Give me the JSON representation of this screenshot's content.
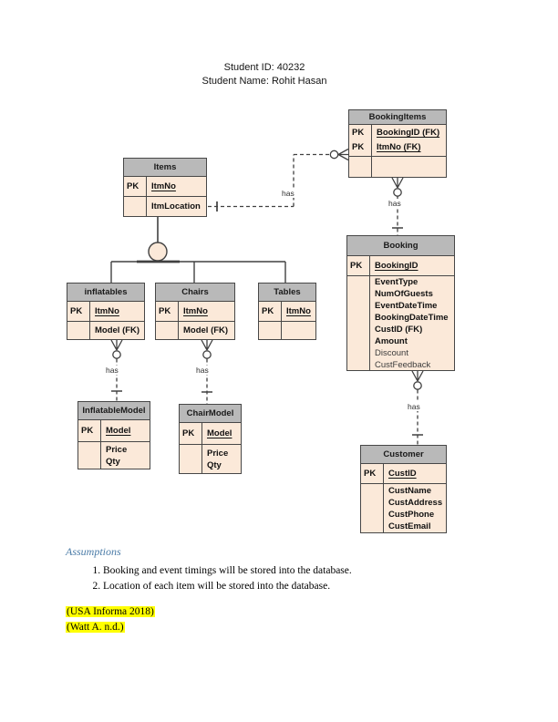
{
  "page": {
    "student_id_line": "Student ID: 40232",
    "student_name_line": "Student Name: Rohit Hasan"
  },
  "colors": {
    "entity_header_bg": "#b9b9b9",
    "entity_body_bg": "#fbe9d9",
    "entity_border": "#474747",
    "assumptions_heading_blue": "#4a7ba7",
    "citation_highlight": "#ffff00"
  },
  "entities": [
    {
      "id": "bookingitems",
      "title": "BookingItems",
      "pk_rows": [
        {
          "key": "PK",
          "name": "BookingID (FK)"
        },
        {
          "key": "PK",
          "name": "ItmNo (FK)"
        }
      ],
      "attrs": []
    },
    {
      "id": "items",
      "title": "Items",
      "pk_rows": [
        {
          "key": "PK",
          "name": "ItmNo"
        }
      ],
      "attrs": [
        {
          "name": "ItmLocation"
        }
      ]
    },
    {
      "id": "booking",
      "title": "Booking",
      "pk_rows": [
        {
          "key": "PK",
          "name": "BookingID"
        }
      ],
      "attrs": [
        {
          "name": "EventType"
        },
        {
          "name": "NumOfGuests"
        },
        {
          "name": "EventDateTime"
        },
        {
          "name": "BookingDateTime"
        },
        {
          "name": "CustID (FK)"
        },
        {
          "name": "Amount"
        },
        {
          "name": "Discount",
          "muted": true
        },
        {
          "name": "CustFeedback",
          "muted": true
        }
      ]
    },
    {
      "id": "inflatables",
      "title": "inflatables",
      "pk_rows": [
        {
          "key": "PK",
          "name": "ItmNo"
        }
      ],
      "attrs": [
        {
          "name": "Model (FK)"
        }
      ]
    },
    {
      "id": "chairs",
      "title": "Chairs",
      "pk_rows": [
        {
          "key": "PK",
          "name": "ItmNo"
        }
      ],
      "attrs": [
        {
          "name": "Model (FK)"
        }
      ]
    },
    {
      "id": "tables",
      "title": "Tables",
      "pk_rows": [
        {
          "key": "PK",
          "name": "ItmNo"
        }
      ],
      "attrs": []
    },
    {
      "id": "inflatablemodel",
      "title": "InflatableModel",
      "pk_rows": [
        {
          "key": "PK",
          "name": "Model"
        }
      ],
      "attrs": [
        {
          "name": "Price"
        },
        {
          "name": "Qty"
        }
      ]
    },
    {
      "id": "chairmodel",
      "title": "ChairModel",
      "pk_rows": [
        {
          "key": "PK",
          "name": "Model"
        }
      ],
      "attrs": [
        {
          "name": "Price"
        },
        {
          "name": "Qty"
        }
      ]
    },
    {
      "id": "customer",
      "title": "Customer",
      "pk_rows": [
        {
          "key": "PK",
          "name": "CustID"
        }
      ],
      "attrs": [
        {
          "name": "CustName"
        },
        {
          "name": "CustAddress"
        },
        {
          "name": "CustPhone"
        },
        {
          "name": "CustEmail"
        }
      ]
    }
  ],
  "relationships": [
    {
      "from": "Items",
      "to": "BookingItems",
      "label": "has",
      "from_cardinality": "one",
      "to_cardinality": "zero-or-many"
    },
    {
      "from": "BookingItems",
      "to": "Booking",
      "label": "has",
      "from_cardinality": "zero-or-many",
      "to_cardinality": "one"
    },
    {
      "from": "Booking",
      "to": "Customer",
      "label": "has",
      "from_cardinality": "zero-or-many",
      "to_cardinality": "one"
    },
    {
      "from": "inflatables",
      "to": "InflatableModel",
      "label": "has",
      "from_cardinality": "zero-or-many",
      "to_cardinality": "one"
    },
    {
      "from": "Chairs",
      "to": "ChairModel",
      "label": "has",
      "from_cardinality": "zero-or-many",
      "to_cardinality": "one"
    }
  ],
  "subtype_hierarchy": {
    "supertype": "Items",
    "subtypes": [
      "inflatables",
      "Chairs",
      "Tables"
    ]
  },
  "assumptions": {
    "heading": "Assumptions",
    "items": [
      "Booking and event timings will be stored into the database.",
      "Location of each item will be stored into the database."
    ]
  },
  "citations": [
    "(USA Informa 2018)",
    "(Watt A. n.d.)"
  ]
}
